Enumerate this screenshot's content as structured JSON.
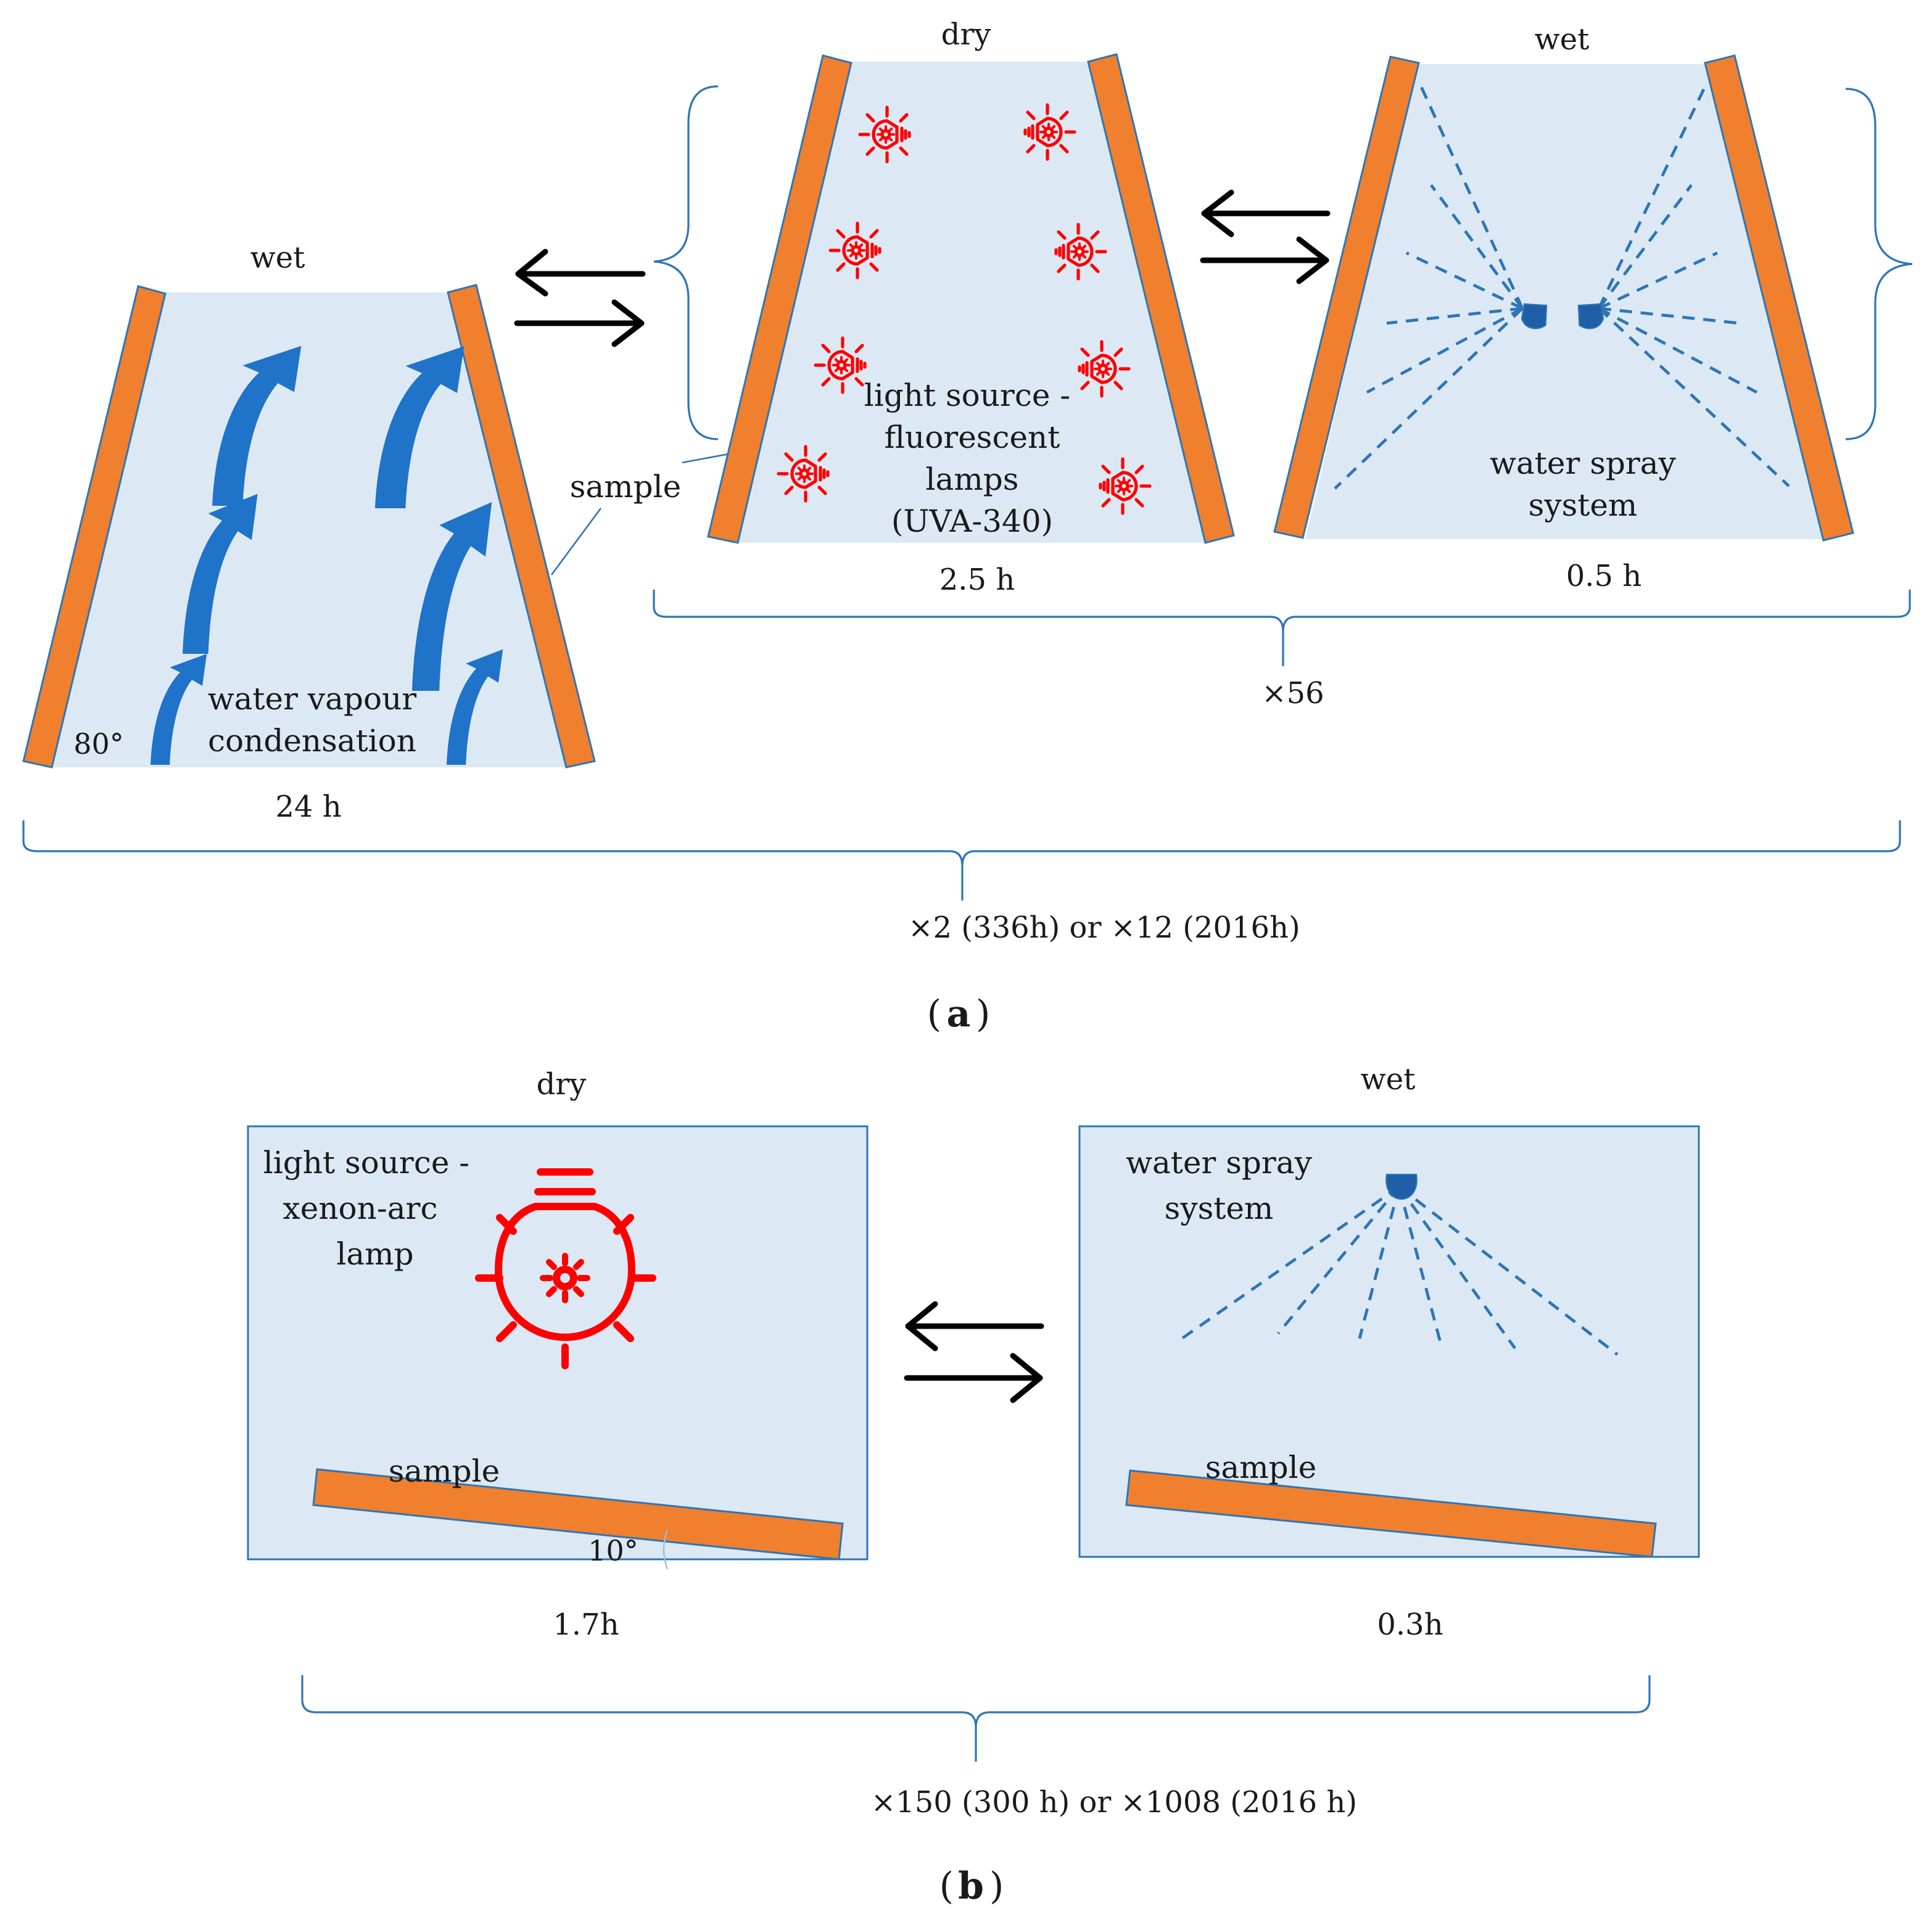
{
  "panel_a": {
    "condensation_chamber": {
      "state_label": "wet",
      "description": "water vapour condensation",
      "description_line1": "water vapour",
      "description_line2": "condensation",
      "angle_label": "80°",
      "duration_label": "24 h"
    },
    "sample_label": "sample",
    "uv_chamber": {
      "state_label": "dry",
      "description_line1": "light source -",
      "description_line2": "fluorescent",
      "description_line3": "lamps",
      "description_line4": "(UVA-340)",
      "duration_label": "2.5 h"
    },
    "spray_chamber": {
      "state_label": "wet",
      "description_line1": "water spray",
      "description_line2": "system",
      "duration_label": "0.5 h"
    },
    "inner_cycle_label": "×56",
    "outer_cycle_label": "×2 (336h) or ×12 (2016h)",
    "caption_letter": "a",
    "caption_open": "(",
    "caption_close": ")"
  },
  "panel_b": {
    "xenon_chamber": {
      "state_label": "dry",
      "description_line1": "light source -",
      "description_line2": "xenon-arc",
      "description_line3": "lamp",
      "sample_label": "sample",
      "angle_label": "10°",
      "duration_label": "1.7h"
    },
    "spray_chamber": {
      "state_label": "wet",
      "description_line1": "water spray",
      "description_line2": "system",
      "sample_label": "sample",
      "duration_label": "0.3h"
    },
    "cycle_label": "×150 (300 h) or ×1008 (2016 h)",
    "caption_letter": "b",
    "caption_open": "(",
    "caption_close": ")"
  },
  "colors": {
    "chamber_fill": "#dce9f5",
    "chamber_stroke": "#2e75b6",
    "sample_fill": "#f07f2e",
    "vapour_arrow": "#1f73c8",
    "lamp_red": "#ff0000",
    "spray_blue": "#2e75b6",
    "cycle_arrow": "#000000"
  },
  "icons": {
    "lamp": "light-bulb-gear-icon",
    "vapour": "curved-up-arrow-icon",
    "nozzle": "spray-nozzle-icon",
    "cycle": "reversible-arrows-icon"
  }
}
